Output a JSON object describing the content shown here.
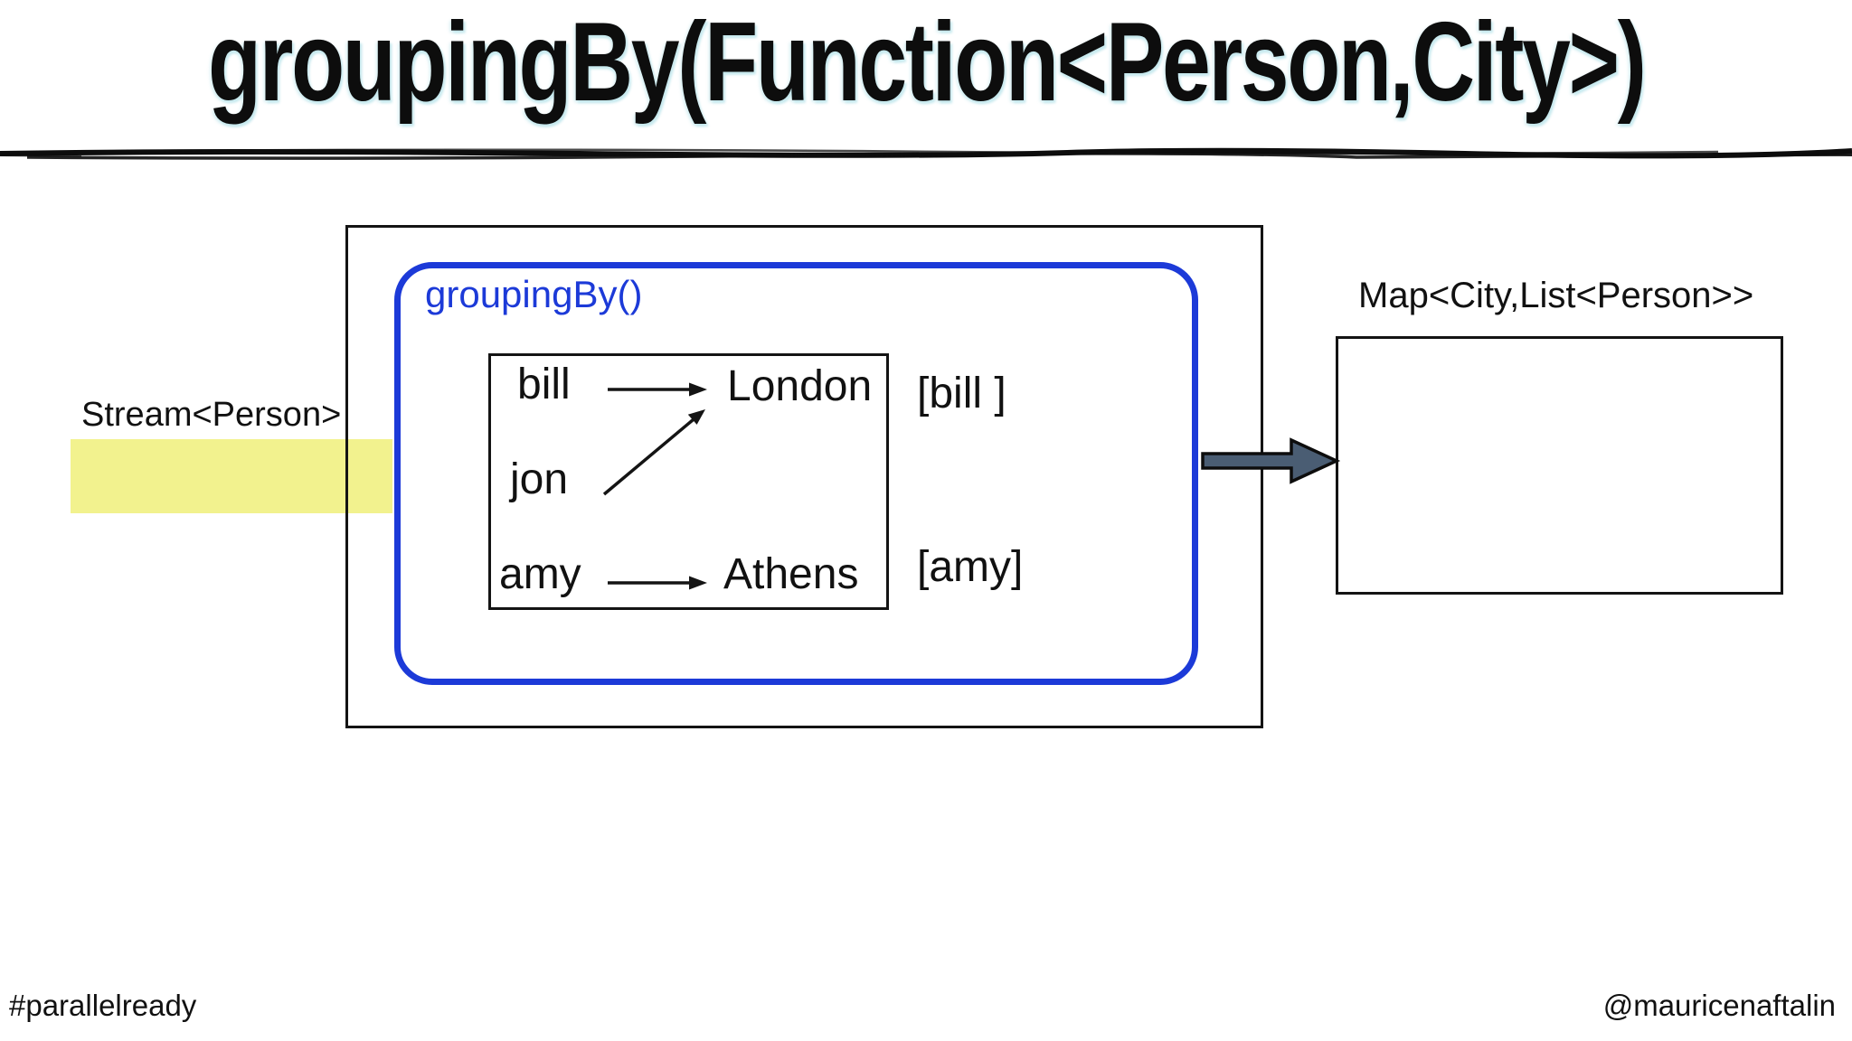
{
  "slide": {
    "title": "groupingBy(Function<Person,City>)",
    "footer_hashtag": "#parallelready",
    "footer_handle": "@mauricenaftalin"
  },
  "diagram": {
    "stream_label": "Stream<Person>",
    "groupingby_label": "groupingBy()",
    "map_label": "Map<City,List<Person>>",
    "persons": [
      "bill",
      "jon",
      "amy"
    ],
    "cities": [
      "London",
      "Athens"
    ],
    "result_lists": [
      "[bill ]",
      "[amy]"
    ]
  },
  "colors": {
    "accent_blue": "#1c3ad8",
    "highlight_yellow": "#f2f28e",
    "arrow_fill": "#4a5d73",
    "ink": "#141414"
  }
}
